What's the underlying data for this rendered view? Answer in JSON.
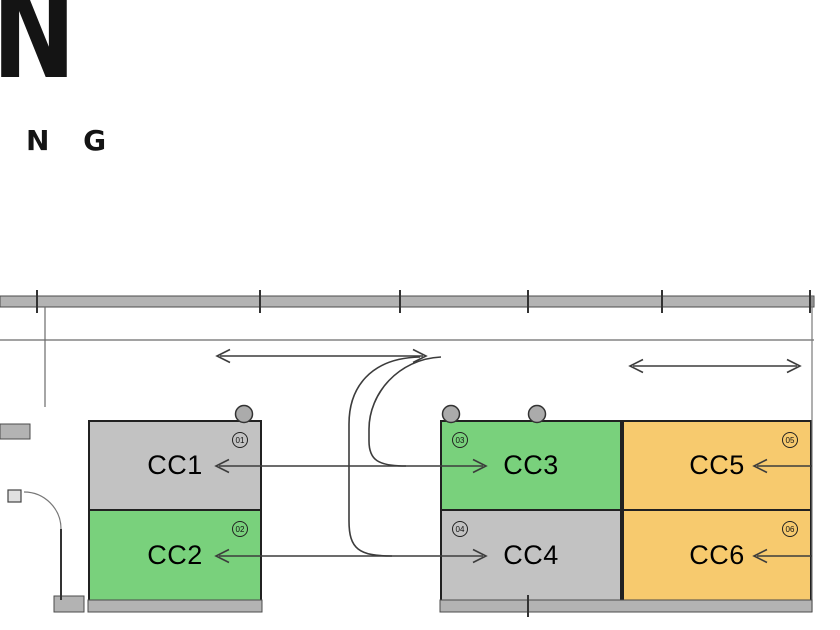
{
  "logo": {
    "mark": "N",
    "wordmark_fragment": "N G"
  },
  "plan": {
    "stalls": [
      {
        "label": "CC1",
        "badge": "01",
        "color": "#c2c2c2",
        "arrow_direction": "left"
      },
      {
        "label": "CC2",
        "badge": "02",
        "color": "#79d17c",
        "arrow_direction": "left"
      },
      {
        "label": "CC3",
        "badge": "03",
        "color": "#79d17c",
        "arrow_direction": "right"
      },
      {
        "label": "CC4",
        "badge": "04",
        "color": "#c2c2c2",
        "arrow_direction": "right"
      },
      {
        "label": "CC5",
        "badge": "05",
        "color": "#f7ca6e",
        "arrow_direction": "left"
      },
      {
        "label": "CC6",
        "badge": "06",
        "color": "#f7ca6e",
        "arrow_direction": "left"
      }
    ],
    "colors": {
      "stall_gray": "#c2c2c2",
      "stall_green": "#79d17c",
      "stall_yellow": "#f7ca6e",
      "wall_fill": "#b3b3b3",
      "line": "#3c3c3c"
    },
    "column_count": "3"
  }
}
